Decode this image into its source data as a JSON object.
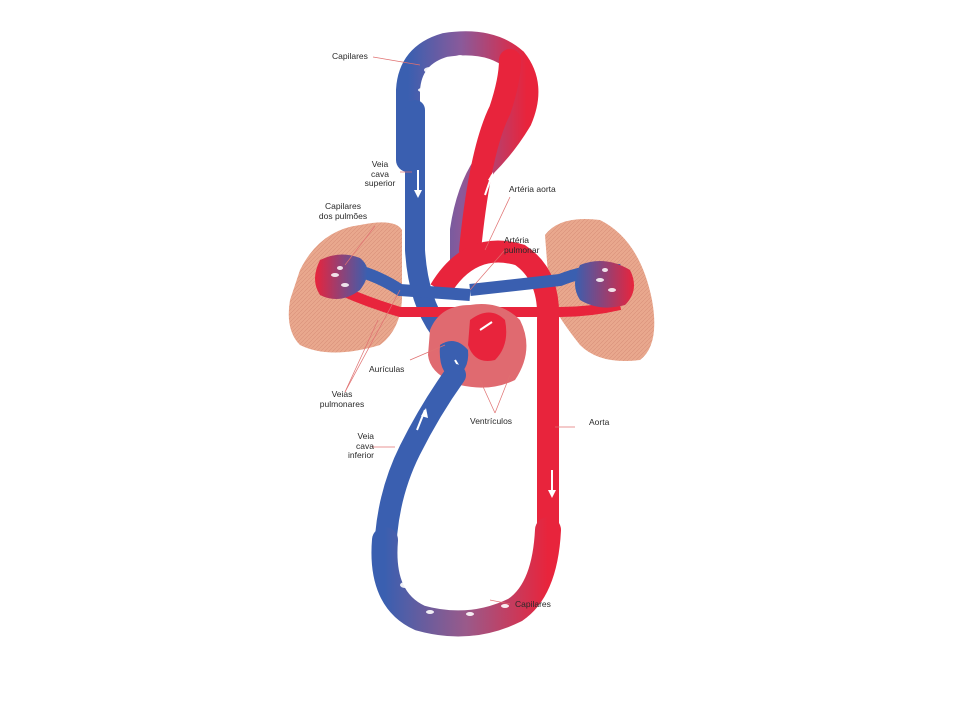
{
  "labels": {
    "capilares_top": "Capilares",
    "veia_cava_superior": "Veia\ncava\nsuperior",
    "arteria_aorta": "Artéria aorta",
    "capilares_pulmoes": "Capilares\ndos pulmões",
    "arteria_pulmonar": "Artéria\npulmonar",
    "auriculas": "Aurículas",
    "veias_pulmonares": "Veias\npulmonares",
    "ventriculos": "Ventrículos",
    "aorta": "Aorta",
    "veia_cava_inferior": "Veia\ncava\ninferior",
    "capilares_bottom": "Capilares"
  },
  "colors": {
    "arterial": "#e8243c",
    "venous": "#3a5fb0",
    "lung": "#e9a88e",
    "heart": "#e06a70",
    "label_line": "#e07070"
  }
}
